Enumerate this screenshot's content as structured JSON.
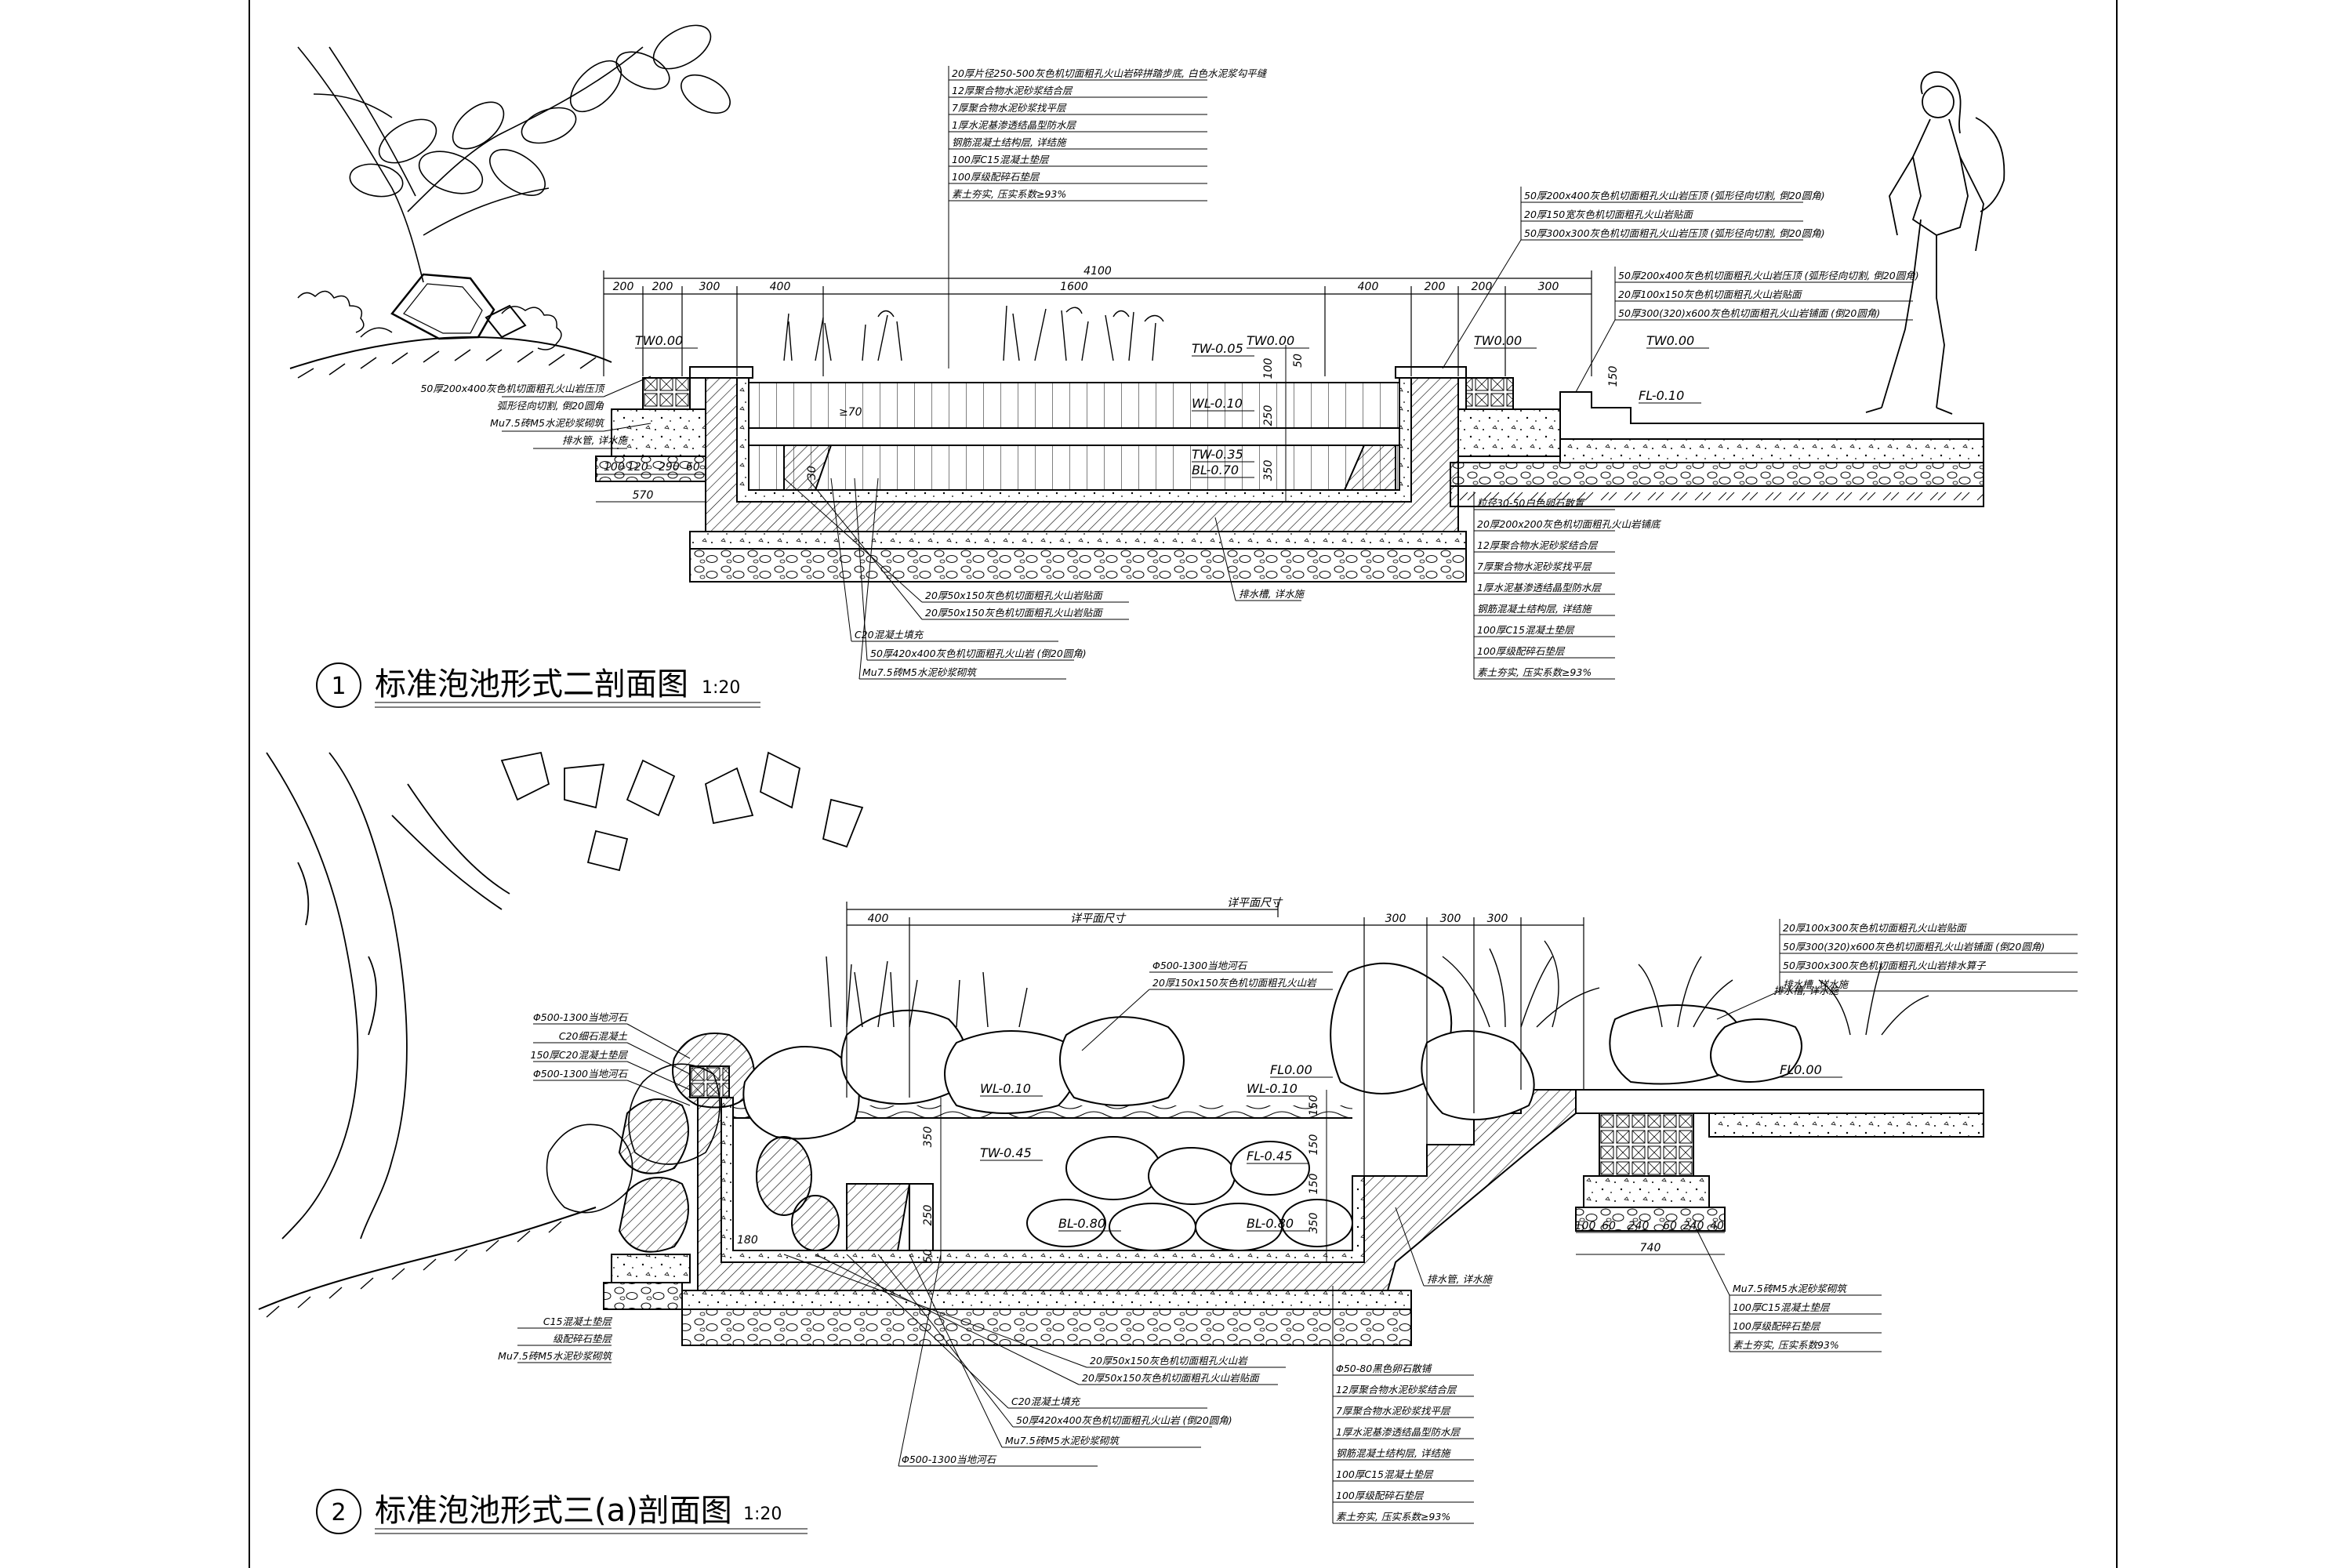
{
  "section1": {
    "number": "1",
    "title": "标准泡池形式二剖面图",
    "scale": "1:20",
    "top_notes": [
      "20厚片径250-500灰色机切面粗孔火山岩碎拼踏步底, 白色水泥浆勾平缝",
      "12厚聚合物水泥砂浆结合层",
      "7厚聚合物水泥砂浆找平层",
      "1厚水泥基渗透结晶型防水层",
      "钢筋混凝土结构层, 详结施",
      "100厚C15混凝土垫层",
      "100厚级配碎石垫层",
      "素土夯实, 压实系数≥93%"
    ],
    "right_notes_a": [
      "50厚200x400灰色机切面粗孔火山岩压顶 (弧形径向切割, 倒20圆角)",
      "20厚150宽灰色机切面粗孔火山岩贴面",
      "50厚300x300灰色机切面粗孔火山岩压顶 (弧形径向切割, 倒20圆角)"
    ],
    "right_notes_b": [
      "50厚200x400灰色机切面粗孔火山岩压顶 (弧形径向切割, 倒20圆角)",
      "20厚100x150灰色机切面粗孔火山岩贴面",
      "50厚300(320)x600灰色机切面粗孔火山岩铺面 (倒20圆角)"
    ],
    "left_notes": [
      "50厚200x400灰色机切面粗孔火山岩压顶",
      "弧形径向切割, 倒20圆角",
      "Mu7.5砖M5水泥砂浆砌筑"
    ],
    "drain_note_left": "排水管, 详水施",
    "bottom_left_notes": [
      "20厚50x150灰色机切面粗孔火山岩贴面",
      "20厚50x150灰色机切面粗孔火山岩贴面",
      "C20混凝土填充",
      "50厚420x400灰色机切面粗孔火山岩 (倒20圆角)",
      "Mu7.5砖M5水泥砂浆砌筑"
    ],
    "drain_note": "排水槽, 详水施",
    "bottom_right_notes": [
      "粒径30-50白色卵石散置",
      "20厚200x200灰色机切面粗孔火山岩铺底",
      "12厚聚合物水泥砂浆结合层",
      "7厚聚合物水泥砂浆找平层",
      "1厚水泥基渗透结晶型防水层",
      "钢筋混凝土结构层, 详结施",
      "100厚C15混凝土垫层",
      "100厚级配碎石垫层",
      "素土夯实, 压实系数≥93%"
    ],
    "top_dims": [
      "200",
      "200",
      "300",
      "400",
      "1600",
      "400",
      "200",
      "200",
      "300"
    ],
    "overall_dim": "4100",
    "left_dims": [
      "100",
      "120",
      "290",
      "60"
    ],
    "left_total": "570",
    "vertical_dims": [
      "100",
      "250",
      "350",
      "50"
    ],
    "right_vertical_dim": "150",
    "small_dims": [
      "≥70",
      "30"
    ],
    "levels": [
      "TW0.00",
      "TW0.00",
      "TW0.00",
      "TW0.00",
      "TW-0.05",
      "WL-0.10",
      "TW-0.35",
      "BL-0.70",
      "FL-0.10"
    ]
  },
  "section2": {
    "number": "2",
    "title": "标准泡池形式三(a)剖面图",
    "scale": "1:20",
    "top_dims": [
      "400",
      "详平面尺寸",
      "300",
      "300",
      "300"
    ],
    "overall_dim": "详平面尺寸",
    "upper_notes": [
      "Φ500-1300当地河石",
      "20厚150x150灰色机切面粗孔火山岩"
    ],
    "right_notes": [
      "20厚100x300灰色机切面粗孔火山岩贴面",
      "50厚300(320)x600灰色机切面粗孔火山岩铺面 (倒20圆角)",
      "50厚300x300灰色机切面粗孔火山岩排水算子",
      "排水槽, 详水施"
    ],
    "left_notes": [
      "Φ500-1300当地河石",
      "C20细石混凝土",
      "150厚C20混凝土垫层",
      "Φ500-1300当地河石"
    ],
    "left_bottom_notes": [
      "C15混凝土垫层",
      "级配碎石垫层",
      "Mu7.5砖M5水泥砂浆砌筑"
    ],
    "levels": [
      "WL-0.10",
      "TW-0.45",
      "BL-0.80",
      "BL-0.80",
      "FL0.00",
      "FL0.00",
      "WL-0.10",
      "FL-0.45"
    ],
    "vertical_dims": [
      "350",
      "250",
      "50",
      "150",
      "150",
      "150",
      "350"
    ],
    "small_dim": "180",
    "drain_notes": [
      "排水管, 详水施",
      "排水槽, 详水施"
    ],
    "right_bottom_dims": [
      "100",
      "60",
      "240",
      "60",
      "240",
      "40"
    ],
    "right_bottom_total": "740",
    "right_bottom_notes": [
      "Mu7.5砖M5水泥砂浆砌筑",
      "100厚C15混凝土垫层",
      "100厚级配碎石垫层",
      "素土夯实, 压实系数93%"
    ],
    "bottom_notes": [
      "20厚50x150灰色机切面粗孔火山岩",
      "20厚50x150灰色机切面粗孔火山岩贴面",
      "C20混凝土填充",
      "50厚420x400灰色机切面粗孔火山岩 (倒20圆角)",
      "Mu7.5砖M5水泥砂浆砌筑",
      "Φ500-1300当地河石"
    ],
    "bottom_right_notes": [
      "Φ50-80黑色卵石散铺",
      "12厚聚合物水泥砂浆结合层",
      "7厚聚合物水泥砂浆找平层",
      "1厚水泥基渗透结晶型防水层",
      "钢筋混凝土结构层, 详结施",
      "100厚C15混凝土垫层",
      "100厚级配碎石垫层",
      "素土夯实, 压实系数≥93%"
    ]
  }
}
